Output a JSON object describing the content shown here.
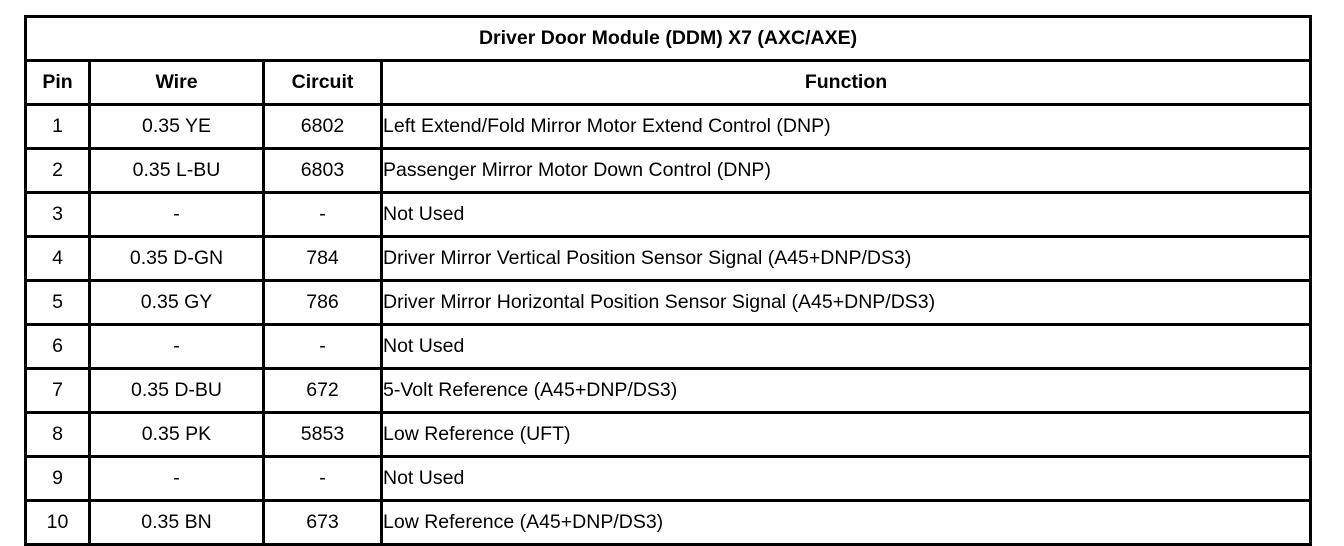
{
  "table": {
    "title": "Driver Door Module (DDM) X7 (AXC/AXE)",
    "columns": [
      "Pin",
      "Wire",
      "Circuit",
      "Function"
    ],
    "rows": [
      {
        "pin": "1",
        "wire": "0.35 YE",
        "circuit": "6802",
        "function": "Left Extend/Fold Mirror Motor Extend Control (DNP)"
      },
      {
        "pin": "2",
        "wire": "0.35 L-BU",
        "circuit": "6803",
        "function": "Passenger Mirror Motor Down Control (DNP)"
      },
      {
        "pin": "3",
        "wire": "-",
        "circuit": "-",
        "function": "Not Used"
      },
      {
        "pin": "4",
        "wire": "0.35 D-GN",
        "circuit": "784",
        "function": "Driver Mirror Vertical Position Sensor Signal (A45+DNP/DS3)"
      },
      {
        "pin": "5",
        "wire": "0.35 GY",
        "circuit": "786",
        "function": "Driver Mirror Horizontal Position Sensor Signal (A45+DNP/DS3)"
      },
      {
        "pin": "6",
        "wire": "-",
        "circuit": "-",
        "function": "Not Used"
      },
      {
        "pin": "7",
        "wire": "0.35 D-BU",
        "circuit": "672",
        "function": "5-Volt Reference (A45+DNP/DS3)"
      },
      {
        "pin": "8",
        "wire": "0.35 PK",
        "circuit": "5853",
        "function": "Low Reference (UFT)"
      },
      {
        "pin": "9",
        "wire": "-",
        "circuit": "-",
        "function": "Not Used"
      },
      {
        "pin": "10",
        "wire": "0.35 BN",
        "circuit": "673",
        "function": "Low Reference (A45+DNP/DS3)"
      }
    ]
  },
  "colors": {
    "border": "#000000",
    "text": "#000000",
    "background": "#ffffff"
  }
}
